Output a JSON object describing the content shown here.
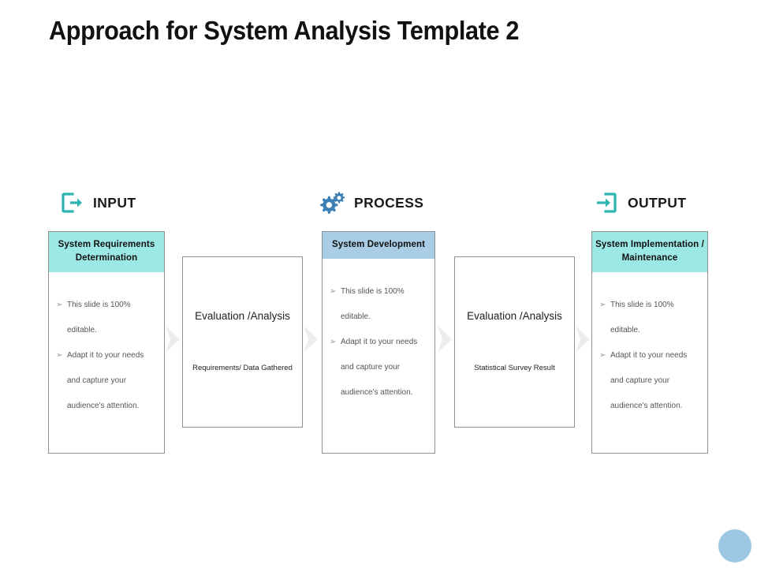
{
  "slide": {
    "title": "Approach for System Analysis Template 2",
    "background_color": "#ffffff"
  },
  "colors": {
    "header_cyan": "#9ce8e4",
    "header_blue": "#a8cde4",
    "icon_teal": "#2cb5b0",
    "icon_blue": "#3b7fb5",
    "chevron_gray": "#ededed",
    "box_border": "#8f8f8f",
    "deco_circle": "#9cc8e6",
    "body_text": "#555555",
    "title_text": "#111111"
  },
  "sections": [
    {
      "id": "input",
      "label": "INPUT",
      "icon": "export-arrow-icon",
      "icon_color": "#2cb5b0"
    },
    {
      "id": "process",
      "label": "PROCESS",
      "icon": "gears-icon",
      "icon_color": "#3b7fb5"
    },
    {
      "id": "output",
      "label": "OUTPUT",
      "icon": "import-arrow-icon",
      "icon_color": "#2cb5b0"
    }
  ],
  "cards": [
    {
      "id": "card-1",
      "header": "System Requirements Determination",
      "header_color": "#9ce8e4",
      "bullets": [
        {
          "marker": "➢",
          "lines": [
            "This slide is 100%",
            "editable."
          ]
        },
        {
          "marker": "➢",
          "lines": [
            "Adapt it to your needs",
            "and capture your",
            "audience's attention."
          ]
        }
      ]
    },
    {
      "id": "card-3",
      "header": "System Development",
      "header_color": "#a8cde4",
      "bullets": [
        {
          "marker": "➢",
          "lines": [
            "This slide is 100%",
            "editable."
          ]
        },
        {
          "marker": "➢",
          "lines": [
            "Adapt it to your needs",
            "and capture your",
            "audience's attention."
          ]
        }
      ]
    },
    {
      "id": "card-5",
      "header": "System Implementation / Maintenance",
      "header_color": "#9ce8e4",
      "bullets": [
        {
          "marker": "➢",
          "lines": [
            "This slide is 100%",
            "editable."
          ]
        },
        {
          "marker": "➢",
          "lines": [
            "Adapt it to your needs",
            "and capture your",
            "audience's attention."
          ]
        }
      ]
    }
  ],
  "middle_boxes": [
    {
      "id": "box-2",
      "title": "Evaluation /Analysis",
      "subtitle": "Requirements/  Data Gathered"
    },
    {
      "id": "box-4",
      "title": "Evaluation /Analysis",
      "subtitle": "Statistical Survey Result"
    }
  ],
  "connectors": [
    {
      "id": "chev-1",
      "icon": "chevron-right-arrow-icon"
    },
    {
      "id": "chev-2",
      "icon": "chevron-right-arrow-icon"
    },
    {
      "id": "chev-3",
      "icon": "chevron-right-arrow-icon"
    },
    {
      "id": "chev-4",
      "icon": "chevron-right-arrow-icon"
    }
  ],
  "decoration": {
    "shape": "circle",
    "color": "#9cc8e6"
  }
}
